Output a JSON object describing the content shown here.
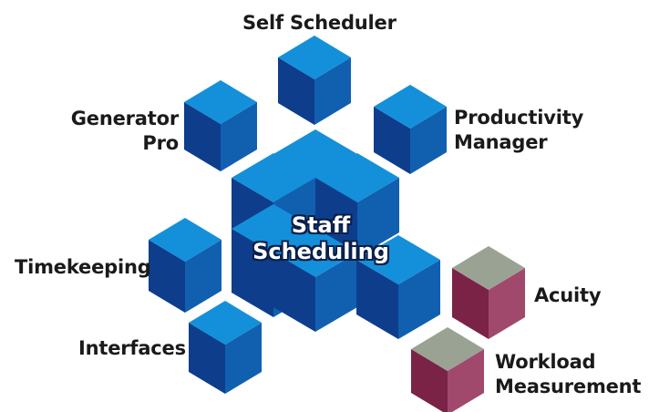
{
  "colors": {
    "blue_top": "#1490da",
    "blue_left": "#0e3d8c",
    "blue_right": "#1160b0",
    "maroon_top": "#9aa293",
    "maroon_left": "#7a2347",
    "maroon_right": "#a0496c"
  },
  "center": {
    "line1": "Staff",
    "line2": "Scheduling"
  },
  "modules": {
    "self_scheduler": "Self Scheduler",
    "generator_pro_line1": "Generator",
    "generator_pro_line2": "Pro",
    "productivity_manager_line1": "Productivity",
    "productivity_manager_line2": "Manager",
    "timekeeping": "Timekeeping",
    "interfaces": "Interfaces",
    "acuity": "Acuity",
    "workload_measurement_line1": "Workload",
    "workload_measurement_line2": "Measurement"
  }
}
